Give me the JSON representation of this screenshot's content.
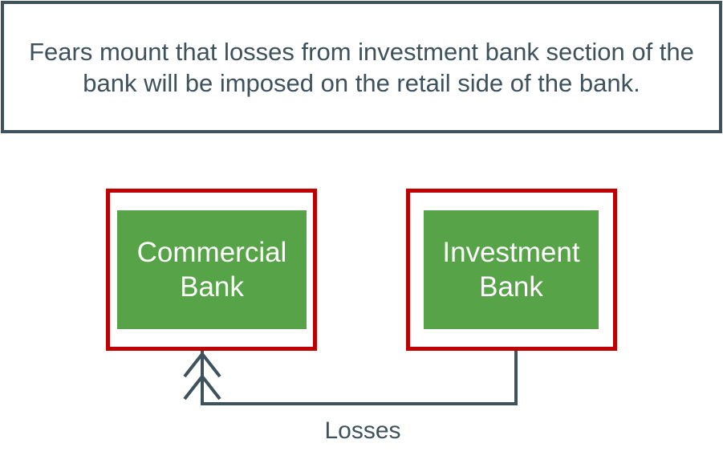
{
  "caption": "Fears mount that losses from investment bank section of the bank will be imposed on the retail side of the bank.",
  "commercial_bank": {
    "line1": "Commercial",
    "line2": "Bank"
  },
  "investment_bank": {
    "line1": "Investment",
    "line2": "Bank"
  },
  "flow_label": "Losses",
  "colors": {
    "border": "#3d525c",
    "red": "#c00000",
    "green": "#57a347"
  }
}
